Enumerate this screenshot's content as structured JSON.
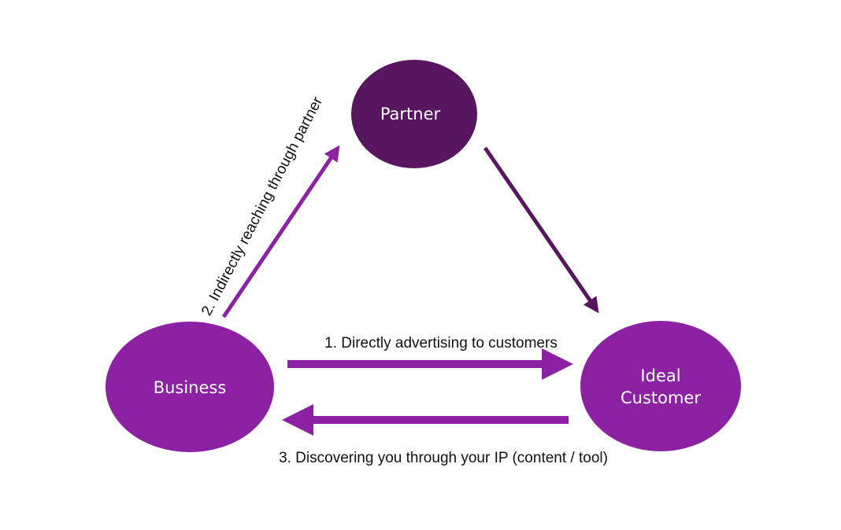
{
  "nodes": {
    "partner": {
      "label": "Partner",
      "color": "#581560"
    },
    "business": {
      "label": "Business",
      "color": "#8c21a3"
    },
    "customer": {
      "label_line1": "Ideal",
      "label_line2": "Customer",
      "color": "#8c21a3"
    }
  },
  "edges": {
    "direct": {
      "label": "1. Directly advertising to customers",
      "color": "#8c21a3"
    },
    "indirect": {
      "label": "2. Indirectly reaching through partner",
      "color": "#8c21a3"
    },
    "discovering": {
      "label": "3. Discovering you through your IP (content / tool)",
      "color": "#8c21a3"
    },
    "partner_to_customer": {
      "color": "#581560"
    }
  }
}
